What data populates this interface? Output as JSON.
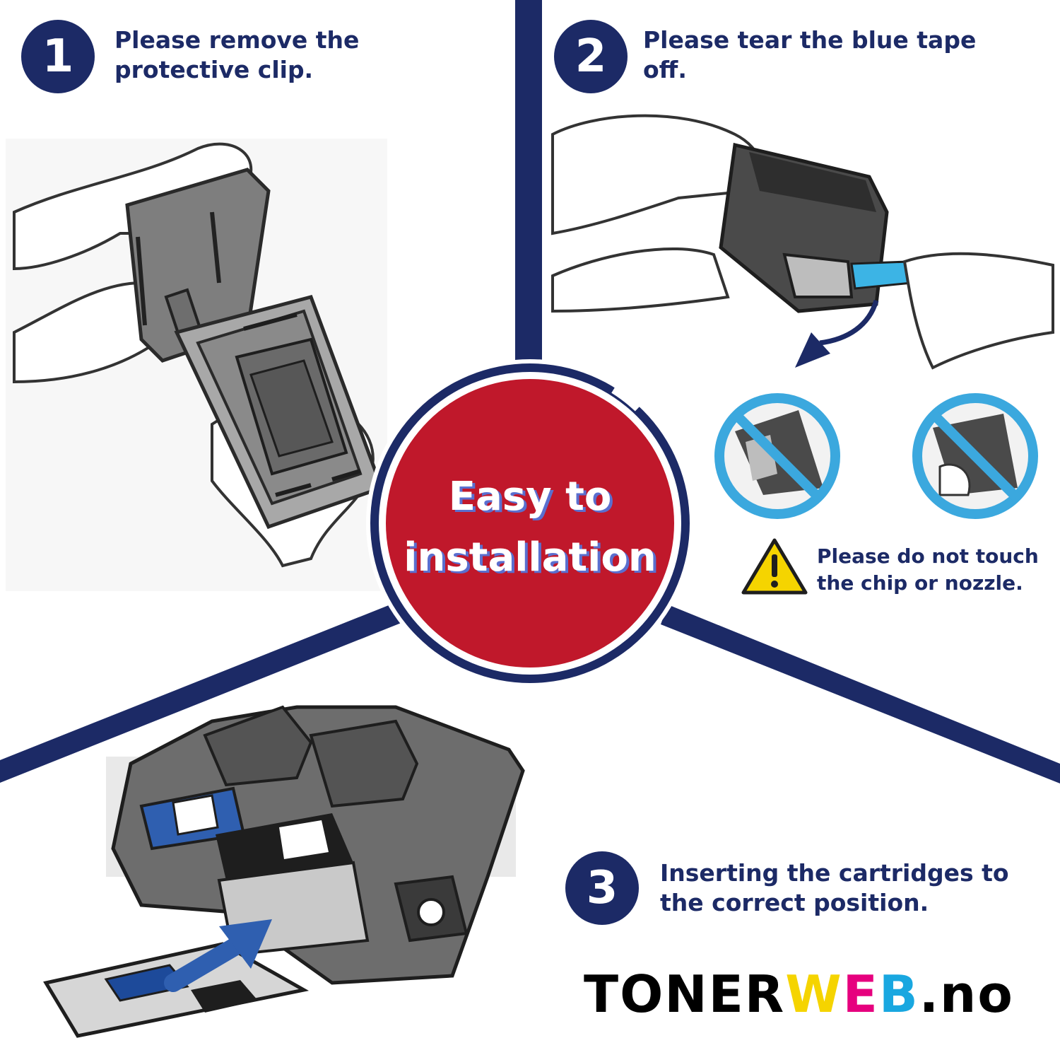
{
  "step1": {
    "number": "1",
    "line1": "Please remove the",
    "line2": "protective clip."
  },
  "step2": {
    "number": "2",
    "line1": "Please tear the blue tape",
    "line2": "off."
  },
  "step3": {
    "number": "3",
    "line1": "Inserting the cartridges to",
    "line2": "the correct position."
  },
  "center": {
    "line1": "Easy to",
    "line2": "installation"
  },
  "warning": {
    "line1": "Please do not touch",
    "line2": "the chip or nozzle."
  },
  "brand": {
    "part1": "TONER",
    "part2": "W",
    "part3": "E",
    "part4": "B",
    "part5": ".no"
  },
  "colors": {
    "navy": "#1c2a66",
    "red": "#c0182b",
    "tape_blue": "#3cb4e5",
    "warning_yellow": "#f5d400",
    "brand_yellow": "#f5d400",
    "brand_magenta": "#e6007e",
    "brand_cyan": "#19a7e0"
  },
  "icons": [
    "hand-cartridge-illustration",
    "tape-removal-illustration",
    "no-touch-chip-icon",
    "no-touch-nozzle-icon",
    "warning-icon",
    "printer-carriage-illustration",
    "insert-arrow-icon"
  ]
}
